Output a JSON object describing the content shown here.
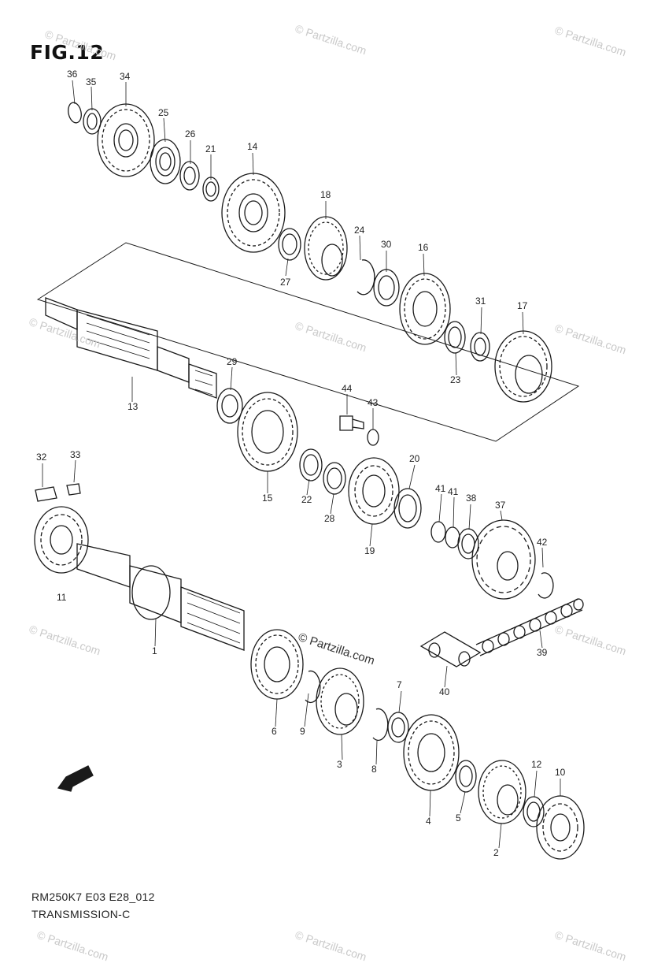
{
  "figure": {
    "title": "FIG.12",
    "model_code": "RM250K7 E03 E28_012",
    "section_title": "TRANSMISSION-C",
    "watermark": "© Partzilla.com",
    "brand_watermark": "© Partzilla.com",
    "fwd_label": "FWD"
  },
  "callouts": [
    "36",
    "35",
    "34",
    "25",
    "26",
    "21",
    "14",
    "18",
    "24",
    "30",
    "16",
    "27",
    "31",
    "17",
    "29",
    "13",
    "23",
    "44",
    "43",
    "32",
    "33",
    "15",
    "22",
    "20",
    "41",
    "41",
    "38",
    "37",
    "28",
    "19",
    "42",
    "11",
    "1",
    "39",
    "6",
    "9",
    "3",
    "7",
    "40",
    "8",
    "4",
    "5",
    "12",
    "10",
    "2"
  ],
  "colors": {
    "line": "#1a1a1a",
    "watermark": "#c9c9c9",
    "background": "#ffffff"
  }
}
